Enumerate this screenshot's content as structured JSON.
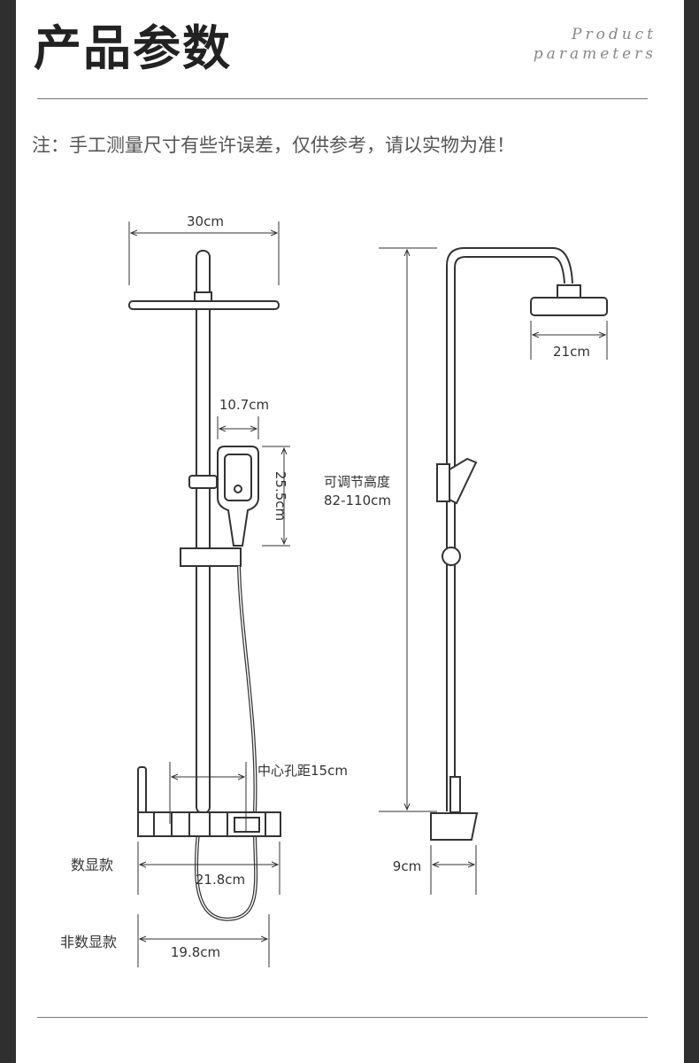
{
  "header": {
    "title": "产品参数",
    "subtitle_line1": "Product",
    "subtitle_line2": "parameters"
  },
  "note": "注：手工测量尺寸有些许误差，仅供参考，请以实物为准！",
  "dimensions": {
    "top_shower_width": "30cm",
    "handheld_width": "10.7cm",
    "handheld_height": "25.5cm",
    "adjustable_height_label": "可调节高度",
    "adjustable_height_value": "82-110cm",
    "side_shower_width": "21cm",
    "center_hole_distance": "中心孔距15cm",
    "digital_label": "数显款",
    "digital_width": "21.8cm",
    "non_digital_label": "非数显款",
    "non_digital_width": "19.8cm",
    "base_depth": "9cm"
  }
}
